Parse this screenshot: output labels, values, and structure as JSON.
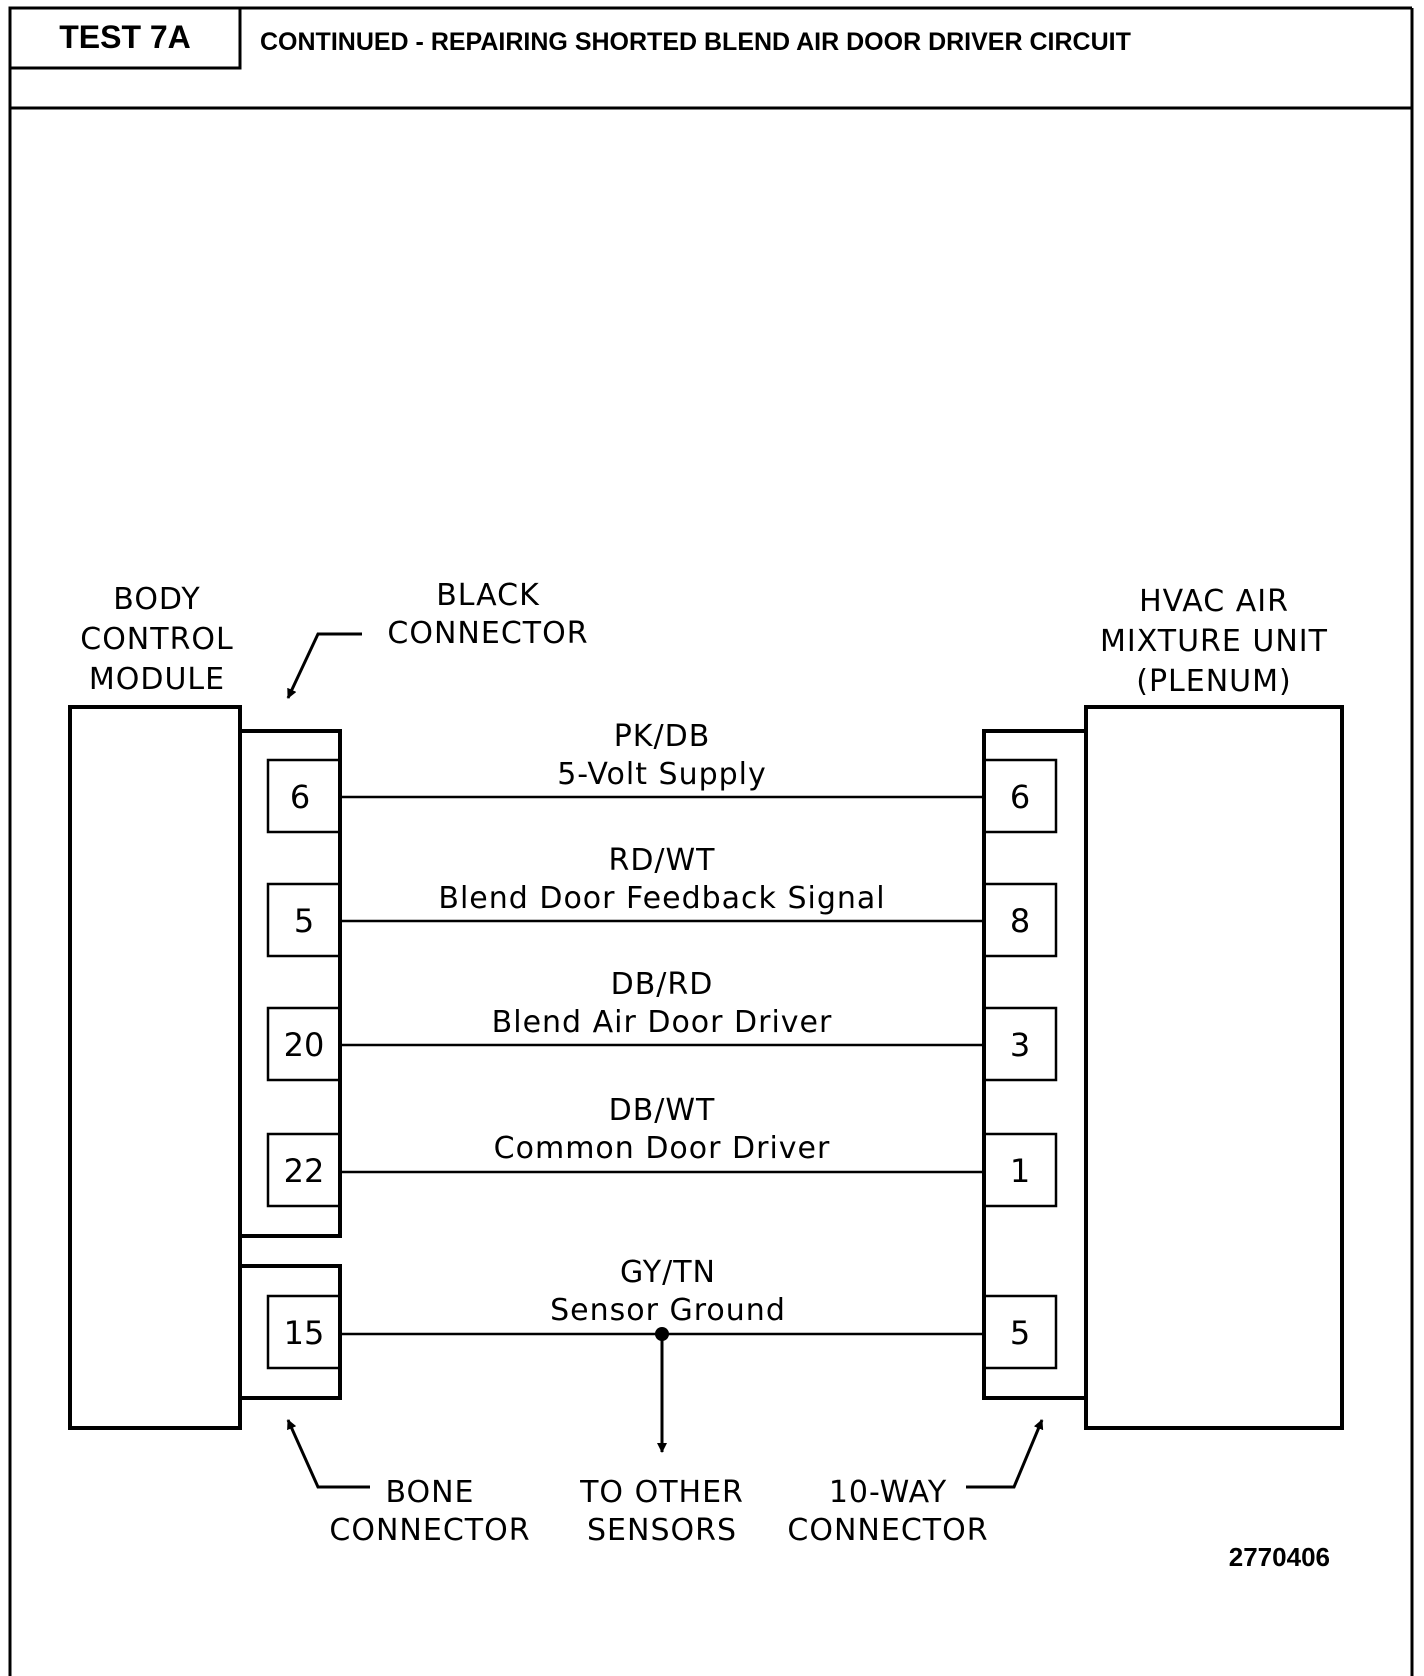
{
  "header": {
    "test_id": "TEST 7A",
    "title": "CONTINUED - REPAIRING SHORTED BLEND AIR DOOR DRIVER CIRCUIT"
  },
  "diagram": {
    "left_module": [
      "BODY",
      "CONTROL",
      "MODULE"
    ],
    "right_module": [
      "HVAC AIR",
      "MIXTURE UNIT",
      "(PLENUM)"
    ],
    "black_connector": [
      "BLACK",
      "CONNECTOR"
    ],
    "bone_connector": [
      "BONE",
      "CONNECTOR"
    ],
    "other_sensors": [
      "TO OTHER",
      "SENSORS"
    ],
    "way_connector": [
      "10-WAY",
      "CONNECTOR"
    ],
    "figure_number": "2770406",
    "circuits": [
      {
        "wire_color": "PK/DB",
        "name": "5-Volt Supply",
        "left_pin": "6",
        "right_pin": "6"
      },
      {
        "wire_color": "RD/WT",
        "name": "Blend Door Feedback Signal",
        "left_pin": "5",
        "right_pin": "8"
      },
      {
        "wire_color": "DB/RD",
        "name": "Blend Air Door Driver",
        "left_pin": "20",
        "right_pin": "3"
      },
      {
        "wire_color": "DB/WT",
        "name": "Common Door Driver",
        "left_pin": "22",
        "right_pin": "1"
      },
      {
        "wire_color": "GY/TN",
        "name": "Sensor Ground",
        "left_pin": "15",
        "right_pin": "5"
      }
    ]
  }
}
